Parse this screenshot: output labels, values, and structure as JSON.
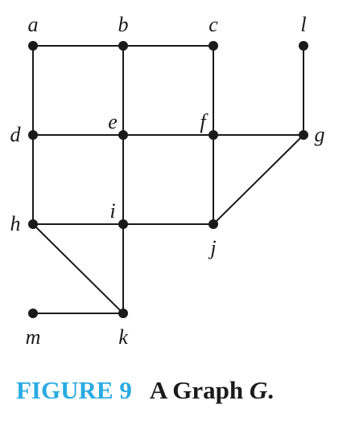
{
  "graph": {
    "vertices": [
      "a",
      "b",
      "c",
      "l",
      "d",
      "e",
      "f",
      "g",
      "h",
      "i",
      "j",
      "m",
      "k"
    ],
    "edges": [
      [
        "a",
        "b"
      ],
      [
        "b",
        "c"
      ],
      [
        "a",
        "d"
      ],
      [
        "b",
        "e"
      ],
      [
        "c",
        "f"
      ],
      [
        "l",
        "g"
      ],
      [
        "d",
        "e"
      ],
      [
        "e",
        "f"
      ],
      [
        "f",
        "g"
      ],
      [
        "d",
        "h"
      ],
      [
        "e",
        "i"
      ],
      [
        "f",
        "j"
      ],
      [
        "g",
        "j"
      ],
      [
        "h",
        "i"
      ],
      [
        "i",
        "j"
      ],
      [
        "h",
        "k"
      ],
      [
        "i",
        "k"
      ],
      [
        "m",
        "k"
      ]
    ]
  },
  "caption": {
    "figure_label": "FIGURE 9",
    "title_prefix": "A Graph ",
    "graph_name": "G",
    "title_suffix": "."
  },
  "colors": {
    "figure_label": "#29abe2",
    "ink": "#1a1a1a"
  }
}
